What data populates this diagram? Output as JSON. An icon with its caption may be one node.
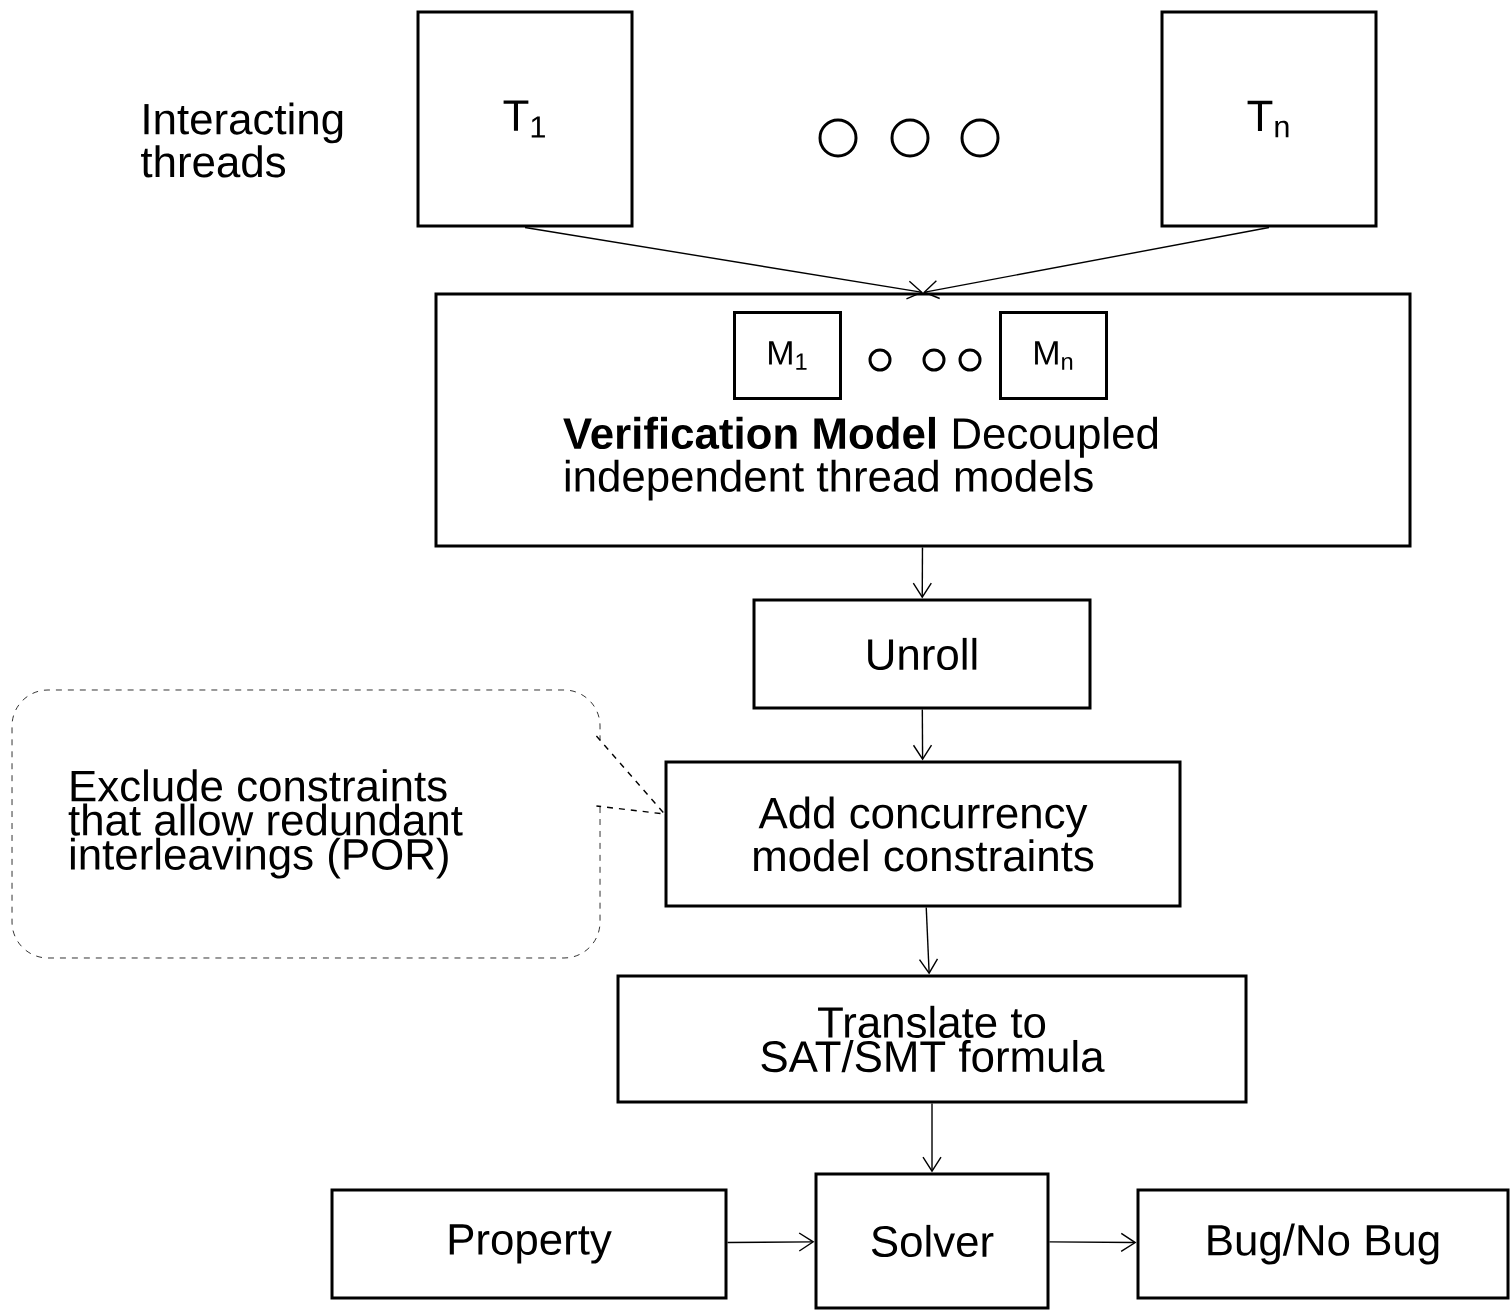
{
  "diagram": {
    "nodes": [
      {
        "text": [
          "T$_{1}$"
        ]
      },
      {
        "text": [
          "T$_{n}$"
        ]
      },
      {
        "text": [
          "**Verification Model** Decoupled independent thread models"
        ]
      },
      {
        "text": [
          "M$_{1}$"
        ],
        "in": 2
      },
      {
        "text": [
          "M$_{n}$"
        ],
        "in": 2
      },
      {
        "text": [
          "Unroll"
        ]
      },
      {
        "text": [
          "Add concurrency model constraints"
        ]
      },
      {
        "text": [
          "Translate to SAT/SMT formula"
        ]
      },
      {
        "text": [
          "Property"
        ]
      },
      {
        "text": [
          "Solver"
        ]
      },
      {
        "text": [
          "Bug/No Bug"
        ]
      },
      {
        "text": [
          "Exclude constraints that allow redundant interleavings (POR)"
        ]
      }
    ],
    "edges": [
      {
        "from": 0,
        "to": 2,
        "arrow": "to"
      },
      {
        "from": 1,
        "to": 2,
        "arrow": "to"
      },
      {
        "from": 2,
        "to": 5,
        "arrow": "to"
      },
      {
        "from": 5,
        "to": 6,
        "arrow": "to"
      },
      {
        "from": 6,
        "to": 7,
        "arrow": "to"
      },
      {
        "from": 7,
        "to": 9,
        "arrow": "to"
      },
      {
        "from": 8,
        "to": 9,
        "arrow": "to"
      },
      {
        "from": 9,
        "to": 10,
        "arrow": "to"
      },
      {
        "from": 11,
        "to": 6,
        "arrow": "to",
        "style": "dashed"
      }
    ],
    "labels": [
      "Interacting threads"
    ]
  }
}
